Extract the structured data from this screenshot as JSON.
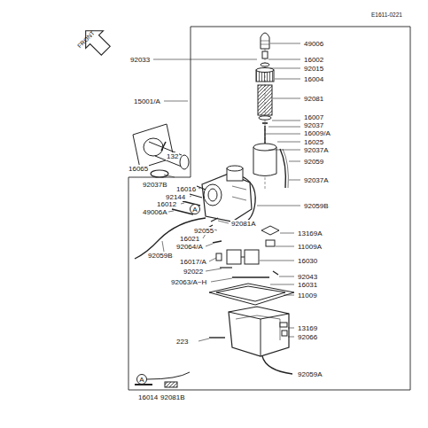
{
  "diagram": {
    "labels": [
      "E1611-0221",
      "FRONT",
      "49006",
      "92033",
      "16002",
      "92015",
      "16004",
      "92081",
      "15001/A",
      "16007",
      "92037",
      "16009/A",
      "16025",
      "92037A",
      "16065",
      "132",
      "92037B",
      "92059",
      "92037A",
      "16016",
      "92144",
      "16012",
      "49006A",
      "92059B",
      "A",
      "92081A",
      "92055",
      "13169A",
      "16021",
      "92064/A",
      "11009A",
      "16017/A",
      "16030",
      "92022",
      "92043",
      "92063/A~H",
      "16031",
      "92059B",
      "11009",
      "A",
      "16014",
      "92081B",
      "13169",
      "92066",
      "223",
      "92059A"
    ]
  }
}
